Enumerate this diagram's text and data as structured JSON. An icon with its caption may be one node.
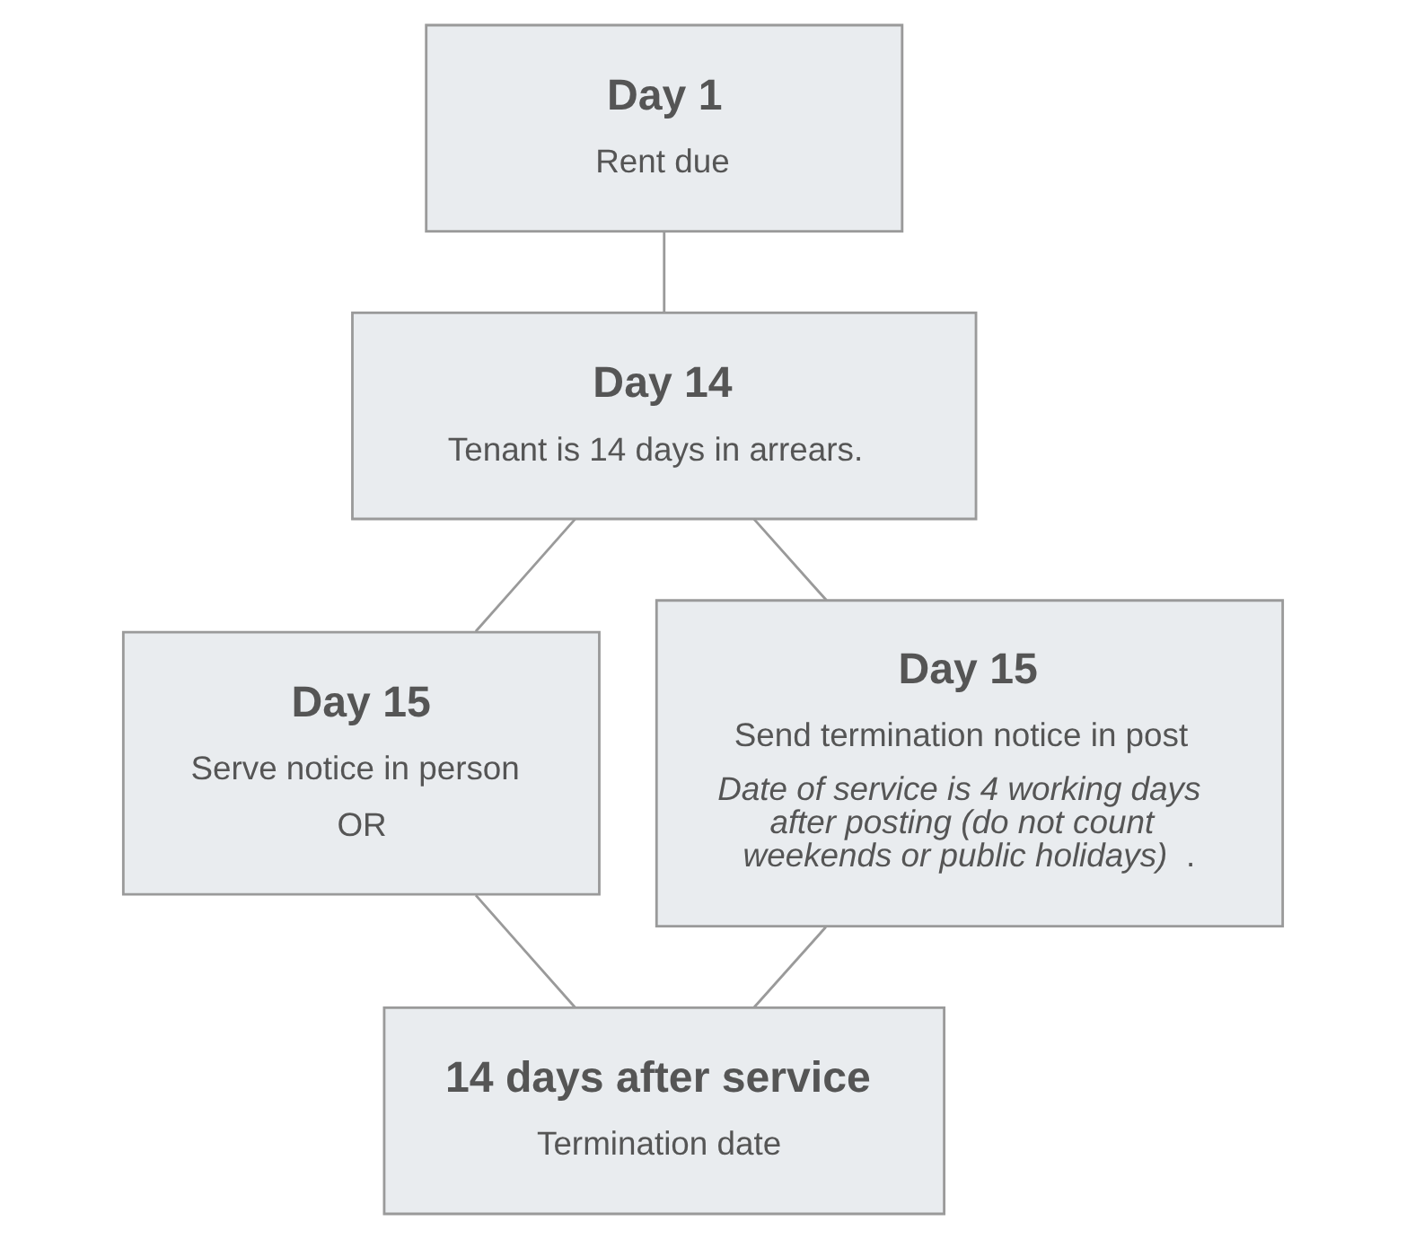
{
  "diagram": {
    "nodes": [
      {
        "text": [
          "Day 1",
          "Rent due"
        ]
      },
      {
        "text": [
          "Day 14",
          "Tenant is 14 days in arrears."
        ]
      },
      {
        "text": [
          "Day 15",
          "Serve notice in person",
          "OR"
        ]
      },
      {
        "text": [
          "Day 15",
          "Send termination notice in post",
          "*Date of service is 4 working days after posting (do not count weekends or public holidays)*."
        ]
      },
      {
        "text": [
          "14 days after service",
          "Termination date"
        ]
      }
    ],
    "edges": [
      {
        "from": 0,
        "to": 1,
        "arrow": "none"
      },
      {
        "from": 1,
        "to": 2,
        "arrow": "none"
      },
      {
        "from": 1,
        "to": 3,
        "arrow": "none"
      },
      {
        "from": 2,
        "to": 4,
        "arrow": "none"
      },
      {
        "from": 3,
        "to": 4,
        "arrow": "none"
      }
    ]
  }
}
